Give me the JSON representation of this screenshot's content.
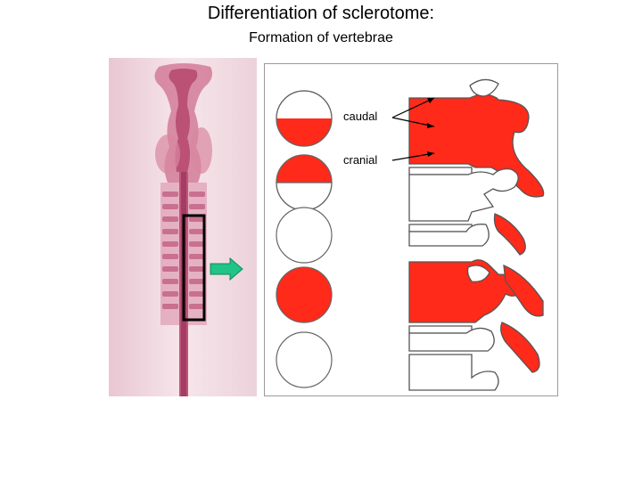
{
  "title": "Differentiation of sclerotome:",
  "subtitle": "Formation of vertebrae",
  "labels": {
    "caudal": "caudal",
    "cranial": "cranial"
  },
  "circles": [
    {
      "fill": "bottom-half"
    },
    {
      "fill": "top-half"
    },
    {
      "fill": "none"
    },
    {
      "fill": "full"
    },
    {
      "fill": "none"
    }
  ],
  "colors": {
    "sclerotome_red": "#ff2a1a",
    "arrow_green": "#1fc486",
    "embryo_pink": "#c8587e",
    "photo_background": "#f3dde4"
  }
}
